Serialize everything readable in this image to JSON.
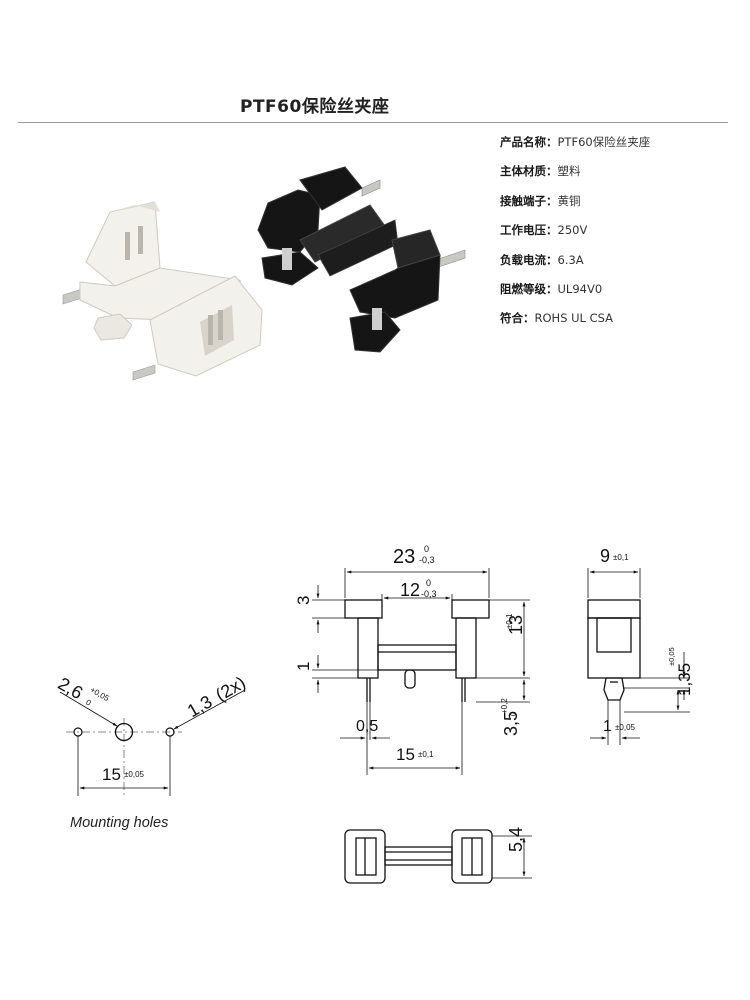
{
  "header": {
    "title": "PTF60保险丝夹座"
  },
  "specs": [
    {
      "label": "产品名称：",
      "value": "PTF60保险丝夹座"
    },
    {
      "label": "主体材质：",
      "value": "塑料"
    },
    {
      "label": "接触端子：",
      "value": "黄铜"
    },
    {
      "label": "工作电压：",
      "value": "250V"
    },
    {
      "label": "负载电流：",
      "value": "6.3A"
    },
    {
      "label": "阻燃等级：",
      "value": "UL94V0"
    },
    {
      "label": "符合：",
      "value": "ROHS UL CSA"
    }
  ],
  "photo": {
    "white_holder_color": "#f3f1ec",
    "black_holder_color": "#151515"
  },
  "drawing": {
    "front": {
      "width_main": "23",
      "width_tol_top": "0",
      "width_tol_bot": "-0,3",
      "width_inner": "12",
      "inner_tol_top": "0",
      "inner_tol_bot": "-0,3",
      "dim_3": "3",
      "dim_1": "1",
      "dim_0_5": "0,5",
      "height": "13",
      "height_tol": "±0,1",
      "pin_len": "3,5",
      "pin_tol_top": "+0,2",
      "pin_tol_bot": "0",
      "pitch": "15",
      "pitch_tol": "±0,1"
    },
    "side": {
      "width": "9",
      "width_tol": "±0,1",
      "tol_005": "±0,05",
      "dim_1_35": "1,35",
      "pin_w": "1",
      "pin_w_tol": "±0,05"
    },
    "holes": {
      "dia_big": "2,6",
      "dia_tol_top": "+0,05",
      "dia_tol_bot": "0",
      "dia_small": "1,3",
      "small_count": "(2x)",
      "pitch": "15",
      "pitch_tol": "±0,05",
      "caption": "Mounting holes"
    },
    "top": {
      "width": "5,4"
    }
  }
}
